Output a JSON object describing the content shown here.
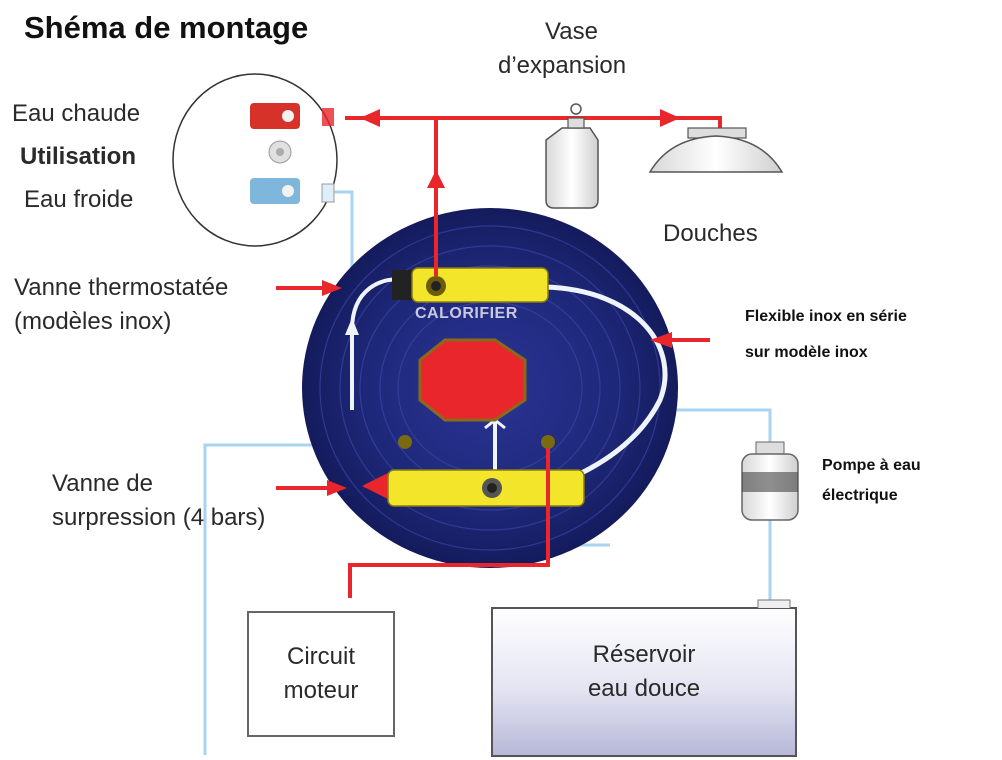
{
  "title": "Shéma de montage",
  "labels": {
    "vase": [
      "Vase",
      "d’expansion"
    ],
    "eau_chaude": "Eau chaude",
    "utilisation": "Utilisation",
    "eau_froide": "Eau froide",
    "douches": "Douches",
    "vanne_thermo": [
      "Vanne thermostatée",
      "(modèles inox)"
    ],
    "flexible": [
      "Flexible inox en série",
      "sur modèle inox"
    ],
    "pompe": [
      "Pompe à eau",
      "électrique"
    ],
    "vanne_surpression": [
      "Vanne de",
      "surpression (4 bars)"
    ],
    "calorifier": "CALORIFIER"
  },
  "boxes": {
    "circuit": [
      "Circuit",
      "moteur"
    ],
    "reservoir": [
      "Réservoir",
      "eau douce"
    ]
  },
  "colors": {
    "hot": "#e8262b",
    "cold": "#a9d3ef",
    "tank": "#1d2576",
    "fitting": "#f3e62a"
  }
}
